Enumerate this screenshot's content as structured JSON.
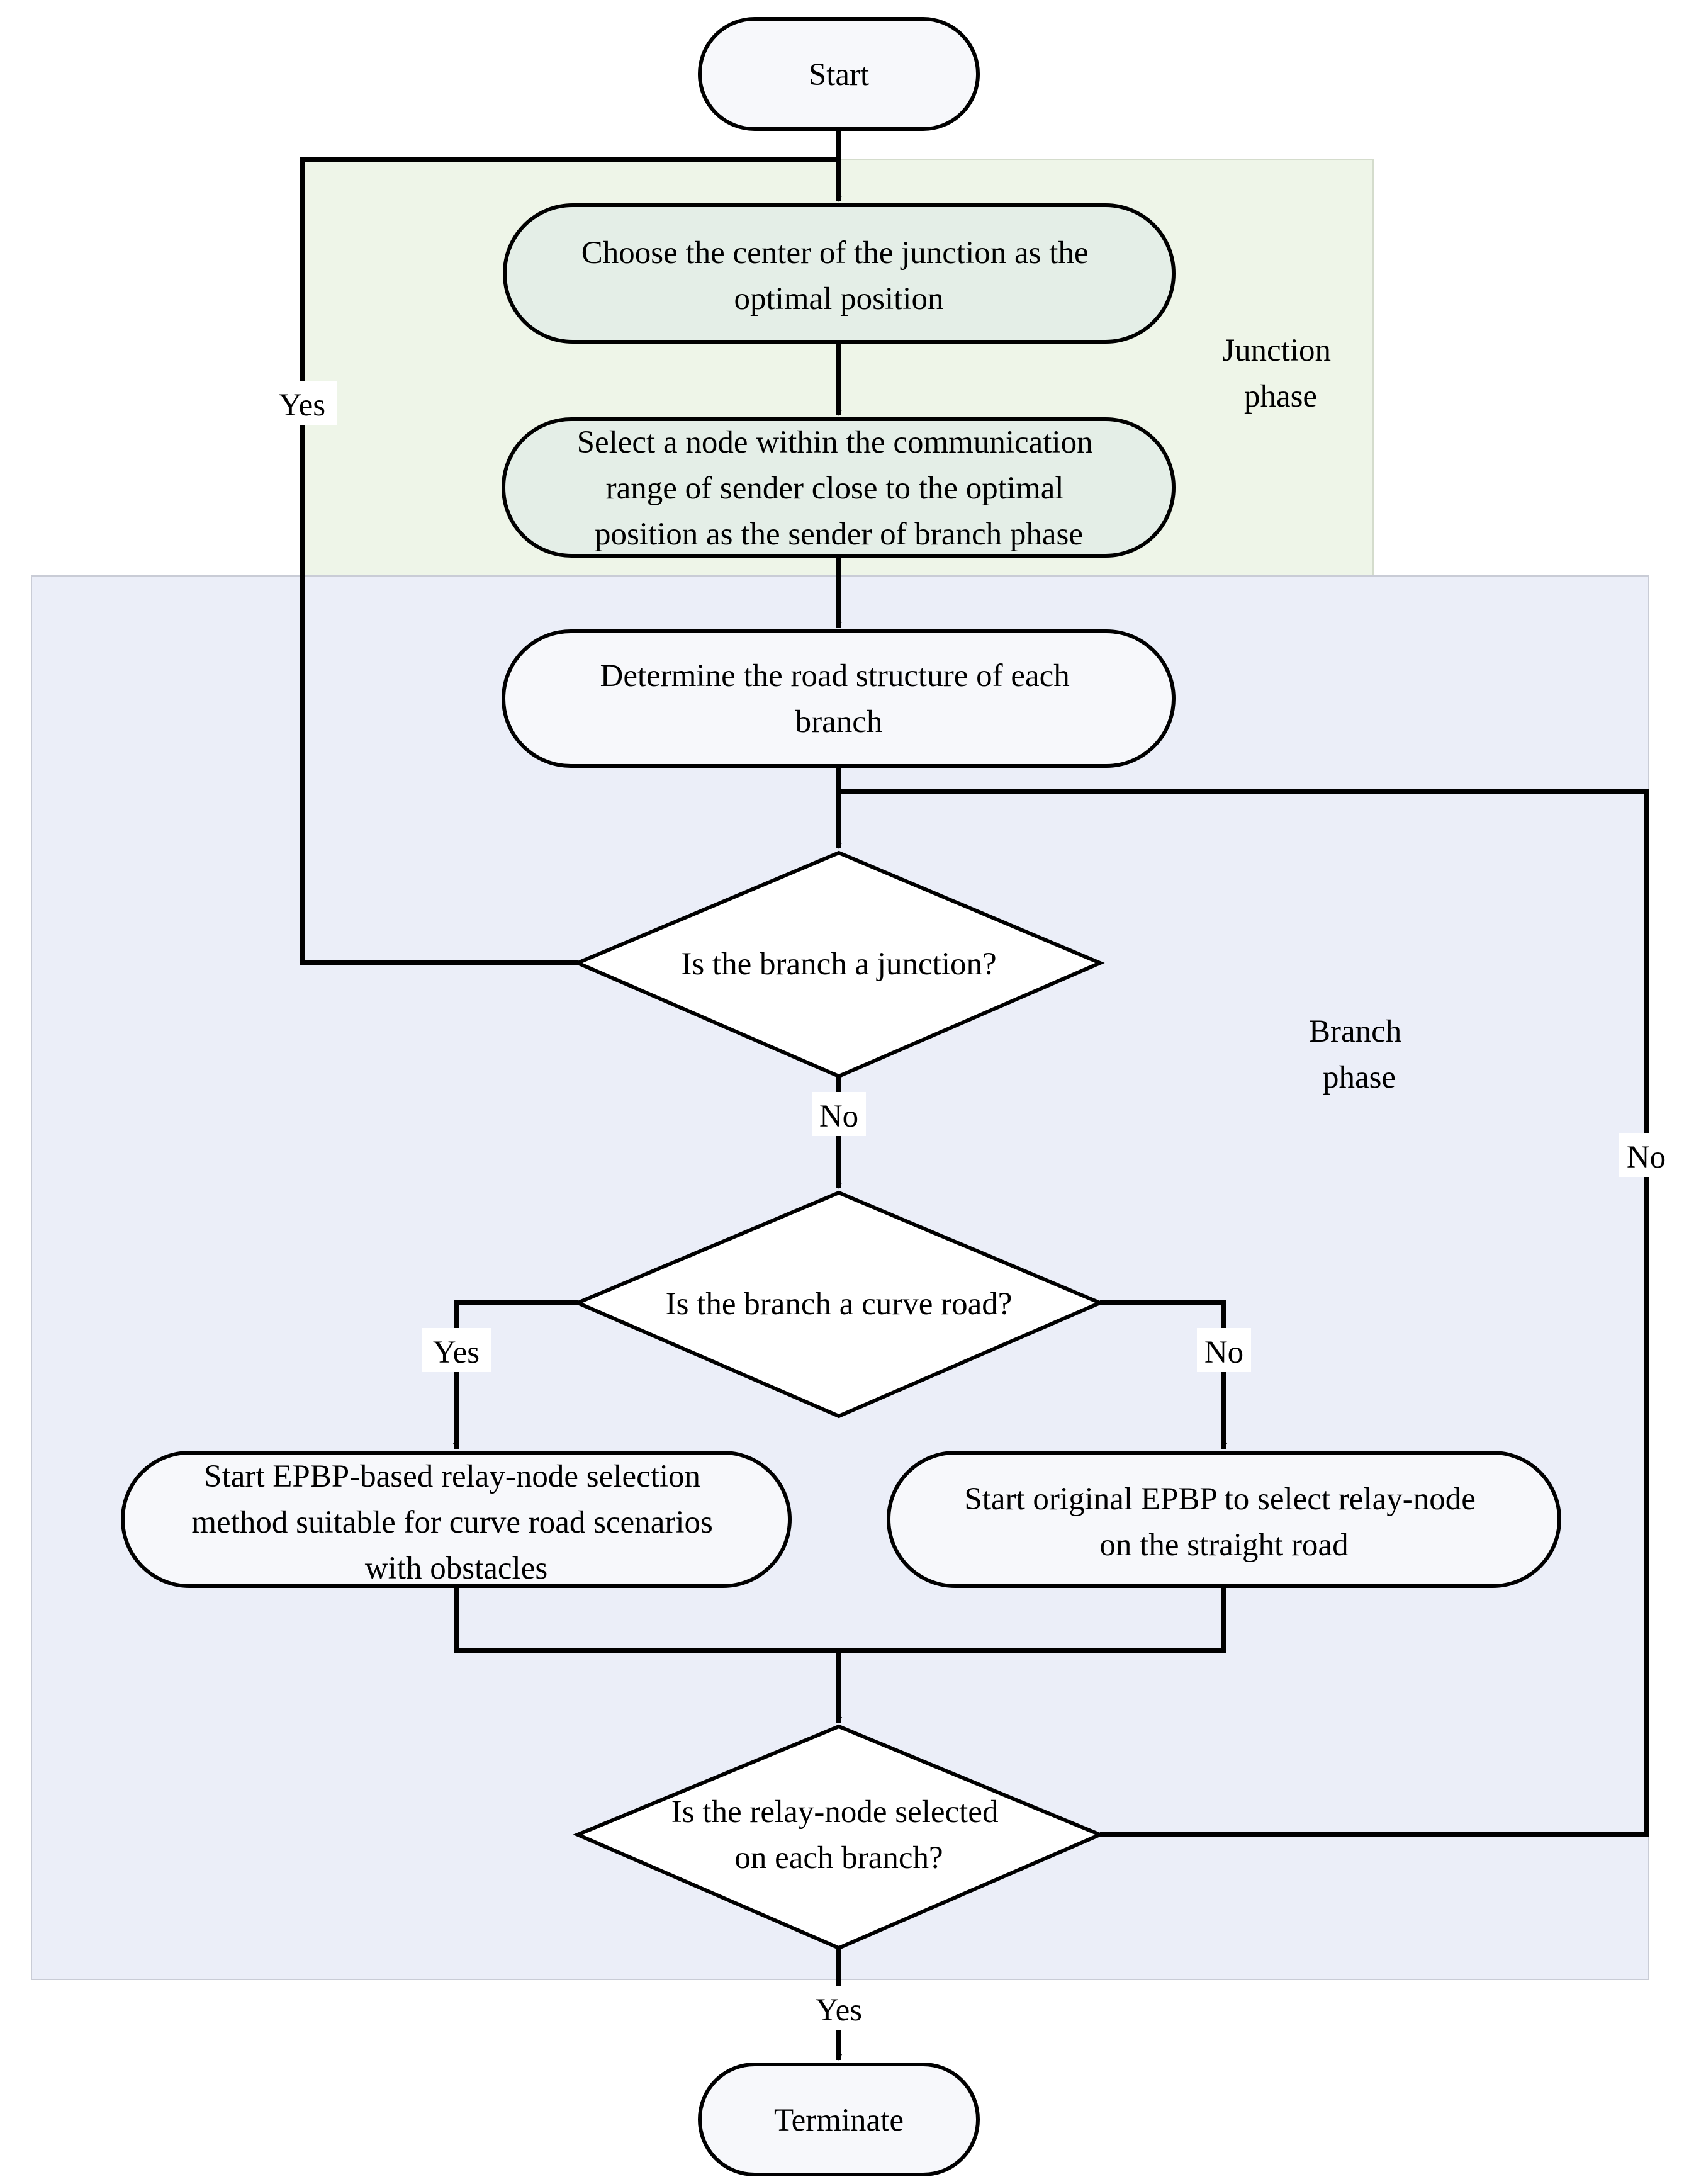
{
  "colors": {
    "junction_phase_bg": "#eef5e8",
    "branch_phase_bg": "#ebeef8",
    "node_fill": "#f7f8fb",
    "node_fill_green": "#e4eee7",
    "stroke": "#000000",
    "region_border": "#c9ccd6"
  },
  "regions": {
    "junction_phase": [
      "Junction",
      "phase"
    ],
    "branch_phase": [
      "Branch",
      "phase"
    ]
  },
  "nodes": {
    "start": [
      "Start"
    ],
    "choose_center": [
      "Choose the center of the junction as the",
      "optimal position"
    ],
    "select_node": [
      "Select a node within the communication",
      "range of sender close to the optimal",
      "position as the sender of branch phase"
    ],
    "determine_structure": [
      "Determine the road structure of each",
      "branch"
    ],
    "is_junction": [
      "Is the branch a junction?"
    ],
    "is_curve": [
      "Is the branch a curve road?"
    ],
    "curve_method": [
      "Start EPBP-based relay-node selection",
      "method suitable for curve road scenarios",
      "with obstacles"
    ],
    "straight_method": [
      "Start original EPBP to select relay-node",
      "on the straight road"
    ],
    "is_selected": [
      "Is the relay-node selected",
      "on each branch?"
    ],
    "terminate": [
      "Terminate"
    ]
  },
  "edge_labels": {
    "junction_yes": "Yes",
    "junction_no": "No",
    "curve_yes": "Yes",
    "curve_no": "No",
    "selected_no": "No",
    "selected_yes": "Yes"
  }
}
